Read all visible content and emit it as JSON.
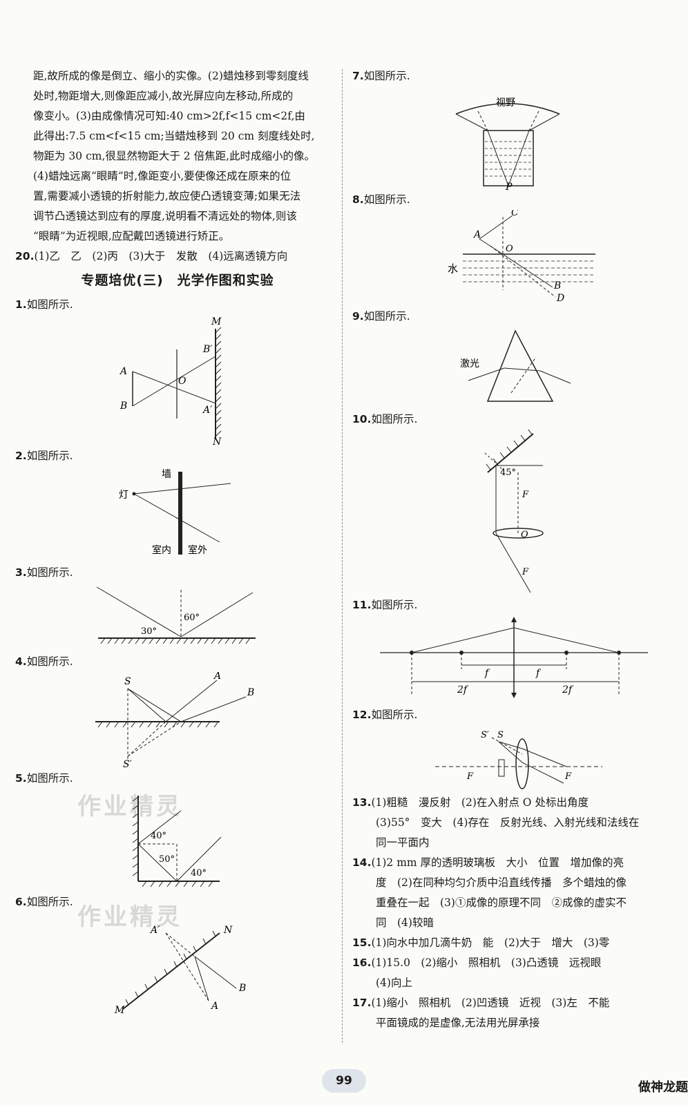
{
  "left_text": [
    "距,故所成的像是倒立、缩小的实像。(2)蜡烛移到零刻度线",
    "处时,物距增大,则像距应减小,故光屏应向左移动,所成的",
    "像变小。(3)由成像情况可知:40 cm>2f,f<15 cm<2f,由",
    "此得出:7.5 cm<f<15 cm;当蜡烛移到 20 cm 刻度线处时,",
    "物距为 30 cm,很显然物距大于 2 倍焦距,此时成缩小的像。",
    "(4)蜡烛远离“眼睛”时,像距变小,要使像还成在原来的位",
    "置,需要减小透镜的折射能力,故应使凸透镜变薄;如果无法",
    "调节凸透镜达到应有的厚度,说明看不清远处的物体,则该",
    "“眼睛”为近视眼,应配戴凹透镜进行矫正。"
  ],
  "q20": {
    "num": "20.",
    "text": "(1)乙　乙　(2)丙　(3)大于　发散　(4)远离透镜方向"
  },
  "section_title": "专题培优(三)　光学作图和实验",
  "figs": {
    "f1": {
      "num": "1.",
      "text": "如图所示.",
      "labels": {
        "a": "A",
        "b": "B",
        "o": "O",
        "bp": "B′",
        "ap": "A′",
        "m": "M",
        "n": "N"
      }
    },
    "f2": {
      "num": "2.",
      "text": "如图所示.",
      "labels": {
        "wall": "墙",
        "lamp": "灯",
        "in": "室内",
        "out": "室外"
      }
    },
    "f3": {
      "num": "3.",
      "text": "如图所示.",
      "labels": {
        "a30": "30°",
        "a60": "60°"
      }
    },
    "f4": {
      "num": "4.",
      "text": "如图所示.",
      "labels": {
        "s": "S",
        "sp": "S′",
        "a": "A",
        "b": "B"
      }
    },
    "f5": {
      "num": "5.",
      "text": "如图所示.",
      "labels": {
        "a40": "40°",
        "a50": "50°",
        "b40": "40°"
      }
    },
    "f6": {
      "num": "6.",
      "text": "如图所示.",
      "labels": {
        "ap": "A′",
        "a": "A",
        "b": "B",
        "m": "M",
        "n": "N"
      }
    },
    "f7": {
      "num": "7.",
      "text": "如图所示.",
      "labels": {
        "view": "视野",
        "p": "P"
      }
    },
    "f8": {
      "num": "8.",
      "text": "如图所示.",
      "labels": {
        "c": "C",
        "a": "A",
        "o": "O",
        "water": "水",
        "b": "B",
        "d": "D"
      }
    },
    "f9": {
      "num": "9.",
      "text": "如图所示.",
      "labels": {
        "laser": "激光"
      }
    },
    "f10": {
      "num": "10.",
      "text": "如图所示.",
      "labels": {
        "a45": "45°",
        "f1": "F",
        "o": "O",
        "f2": "F"
      }
    },
    "f11": {
      "num": "11.",
      "text": "如图所示.",
      "labels": {
        "f1": "f",
        "f2": "f",
        "f2a": "2f",
        "f2b": "2f"
      }
    },
    "f12": {
      "num": "12.",
      "text": "如图所示.",
      "labels": {
        "sp": "S′",
        "s": "S",
        "f1": "F",
        "f2": "F"
      }
    }
  },
  "answers": [
    {
      "num": "13.",
      "lines": [
        "(1)粗糙　漫反射　(2)在入射点 O 处标出角度",
        "(3)55°　变大　(4)存在　反射光线、入射光线和法线在",
        "同一平面内"
      ]
    },
    {
      "num": "14.",
      "lines": [
        "(1)2 mm 厚的透明玻璃板　大小　位置　增加像的亮",
        "度　(2)在同种均匀介质中沿直线传播　多个蜡烛的像",
        "重叠在一起　(3)①成像的原理不同　②成像的虚实不",
        "同　(4)较暗"
      ]
    },
    {
      "num": "15.",
      "lines": [
        "(1)向水中加几滴牛奶　能　(2)大于　增大　(3)零"
      ]
    },
    {
      "num": "16.",
      "lines": [
        "(1)15.0　(2)缩小　照相机　(3)凸透镜　远视眼",
        "(4)向上"
      ]
    },
    {
      "num": "17.",
      "lines": [
        "(1)缩小　照相机　(2)凹透镜　近视　(3)左　不能",
        "平面镜成的是虚像,无法用光屏承接"
      ]
    }
  ],
  "page_number": "99",
  "corner_text": "做神龙题",
  "watermark_text": "作业精灵"
}
